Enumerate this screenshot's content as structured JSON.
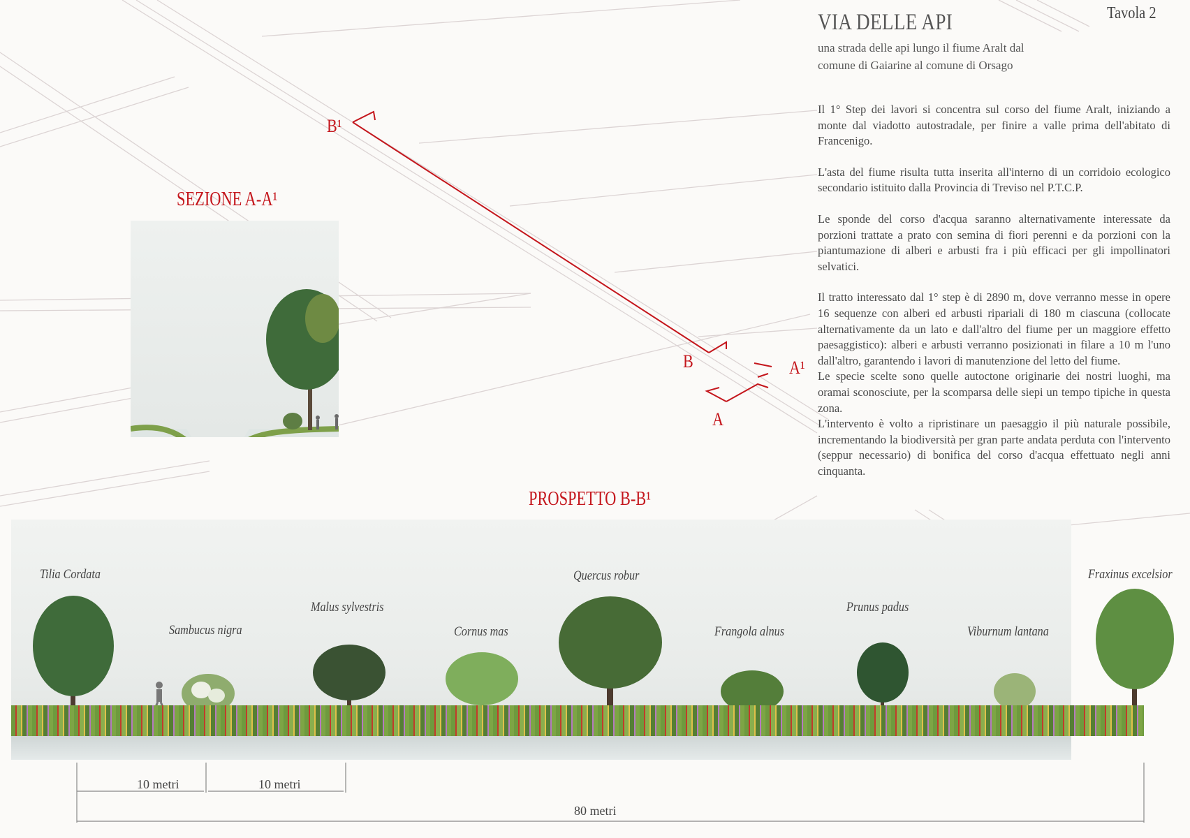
{
  "header": {
    "title": "VIA DELLE API",
    "sheet": "Tavola 2",
    "subtitle": "una strada delle api lungo il fiume Aralt dal comune di Gaiarine al comune di Orsago"
  },
  "description": {
    "paragraphs": [
      "Il 1° Step dei lavori si concentra sul corso del fiume Aralt, iniziando a monte dal viadotto autostradale, per finire a valle prima dell'abitato di Francenigo.",
      "L'asta del fiume risulta tutta inserita all'interno di un corridoio ecologico secondario istituito dalla Provincia di Treviso nel P.T.C.P.",
      "Le sponde del corso d'acqua saranno alternativamente interessate da porzioni trattate a prato con semina di fiori perenni e da porzioni con la piantumazione di alberi e arbusti fra i più efficaci per gli impollinatori selvatici.",
      "Il tratto interessato dal 1° step è di 2890 m, dove verranno messe in opere 16 sequenze con alberi ed arbusti ripariali di 180 m ciascuna (collocate alternativamente da un lato e dall'altro del fiume per un maggiore effetto paesaggistico): alberi e arbusti verranno posizionati in filare a 10 m l'uno dall'altro, garantendo i lavori di manutenzione del letto del fiume.",
      "Le specie scelte sono quelle autoctone originarie dei nostri luoghi, ma oramai sconosciute, per la scomparsa delle siepi un tempo tipiche in questa zona.",
      "L'intervento è volto a ripristinare un paesaggio il più naturale possibile, incrementando la biodiversità per gran parte andata perduta con l'intervento (seppur necessario) di bonifica del corso d'acqua effettuato negli anni cinquanta."
    ]
  },
  "plan": {
    "section_a_label": "A",
    "section_a1_label": "A¹",
    "section_b_label": "B",
    "section_b1_label": "B¹"
  },
  "sezione": {
    "title": "SEZIONE A-A¹"
  },
  "prospetto": {
    "title": "PROSPETTO B-B¹",
    "species": [
      "Tilia Cordata",
      "Sambucus nigra",
      "Malus sylvestris",
      "Cornus mas",
      "Quercus robur",
      "Frangola alnus",
      "Prunus padus",
      "Viburnum lantana",
      "Fraxinus excelsior"
    ],
    "dimensions": {
      "span1": "10 metri",
      "span2": "10 metri",
      "total": "80 metri"
    }
  },
  "colors": {
    "accent_red": "#c4161c",
    "line_gray": "#d9d2d2",
    "foliage": "#3f6b3a"
  }
}
